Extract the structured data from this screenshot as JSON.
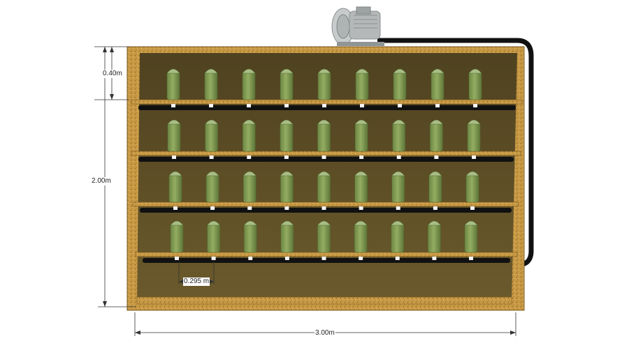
{
  "dimensions": {
    "shelf_spacing": "0.40m",
    "total_height": "2.00m",
    "total_width": "3.00m",
    "bag_spacing": "0.295 m"
  },
  "rack": {
    "rows": 4,
    "bags_per_row": 9
  },
  "colors": {
    "wood": "#c99a45",
    "wood_dark": "#5b4a22",
    "bag": "#7f9a52",
    "pipe": "#111111",
    "blower": "#b9bcbc"
  },
  "icons": [
    "blower-icon"
  ]
}
